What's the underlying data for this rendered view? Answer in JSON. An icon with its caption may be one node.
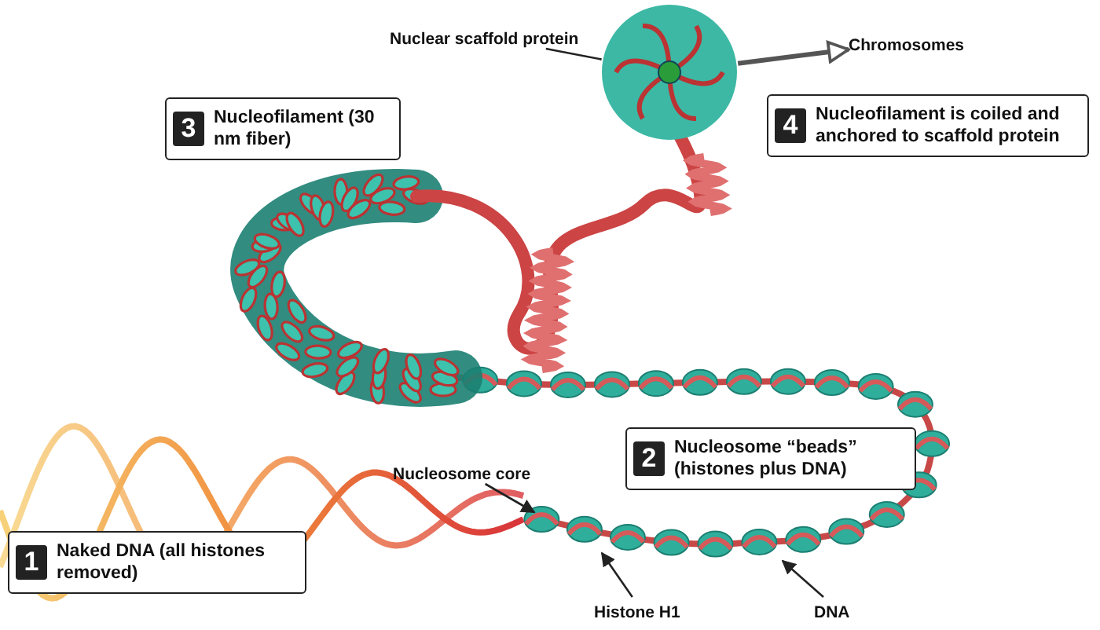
{
  "diagram": {
    "nodes": [
      {
        "text": [
          "Nuclear scaffold protein"
        ]
      },
      {
        "text": [],
        "shape": "circle"
      },
      {
        "text": [
          "Chromosomes"
        ]
      },
      {
        "text": [
          "3",
          "Nucleofilament (30 nm fiber)"
        ]
      },
      {
        "text": [
          "4",
          "Nucleofilament is coiled and anchored to scaffold protein"
        ]
      },
      {
        "text": [
          "2",
          "Nucleosome “beads” (histones plus DNA)"
        ]
      },
      {
        "text": [
          "Nucleosome core"
        ]
      },
      {
        "text": [
          "1",
          "Naked DNA (all histones removed)"
        ]
      },
      {
        "text": [
          "Histone H1"
        ]
      },
      {
        "text": [
          "DNA"
        ]
      }
    ],
    "edges": [
      {
        "from": 0,
        "to": 1,
        "arrow": "none"
      },
      {
        "from": 1,
        "to": 2,
        "arrow": "to",
        "style": "thick"
      },
      {
        "from": 6,
        "to": null,
        "arrow": "to"
      },
      {
        "from": 8,
        "to": null,
        "arrow": "to"
      },
      {
        "from": 9,
        "to": null,
        "arrow": "to"
      }
    ]
  }
}
